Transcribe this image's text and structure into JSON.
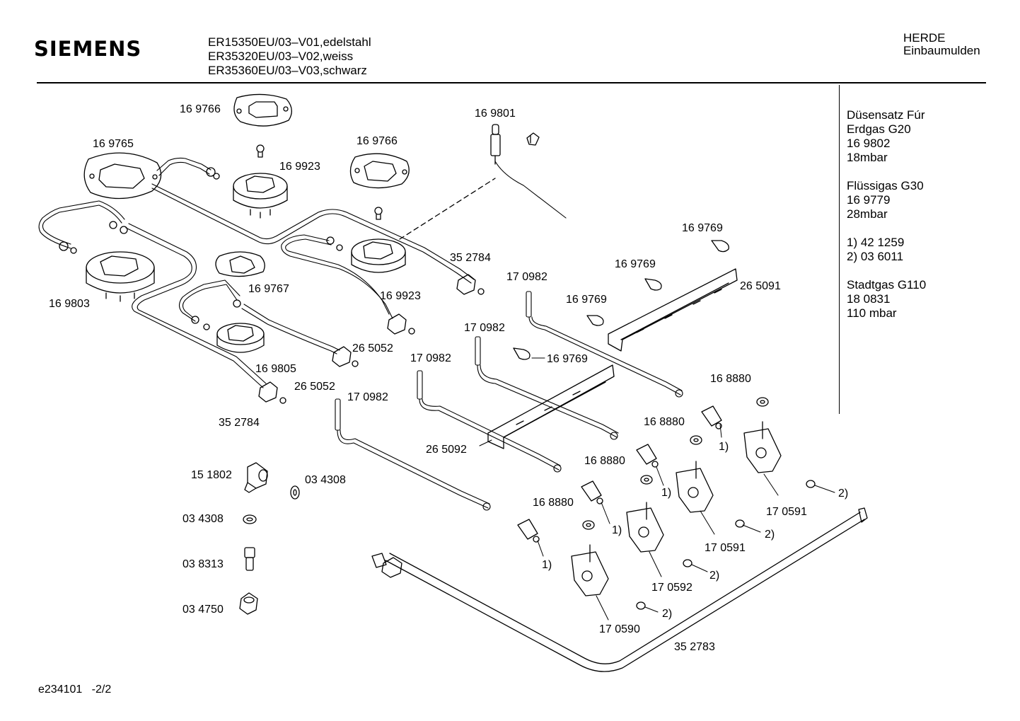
{
  "header": {
    "brand": "SIEMENS",
    "models": [
      "ER15350EU/03–V01,edelstahl",
      "ER35320EU/03–V02,weiss",
      "ER35360EU/03–V03,schwarz"
    ],
    "category": [
      "HERDE",
      "Einbaumulden"
    ]
  },
  "side_notes": [
    [
      "Düsensatz Fúr",
      "Erdgas G20",
      "16 9802",
      "18mbar"
    ],
    [
      "Flüssigas G30",
      "16 9779",
      "28mbar"
    ],
    [
      "1) 42 1259",
      "2) 03 6011"
    ],
    [
      "Stadtgas G110",
      "18 0831",
      "110 mbar"
    ]
  ],
  "part_labels": [
    {
      "id": "l1",
      "text": "16 9766"
    },
    {
      "id": "l2",
      "text": "16 9765"
    },
    {
      "id": "l3",
      "text": "16 9923"
    },
    {
      "id": "l4",
      "text": "16 9766"
    },
    {
      "id": "l5",
      "text": "16 9801"
    },
    {
      "id": "l6",
      "text": "16 9767"
    },
    {
      "id": "l7",
      "text": "16 9803"
    },
    {
      "id": "l8",
      "text": "16 9923"
    },
    {
      "id": "l9",
      "text": "35 2784"
    },
    {
      "id": "l10",
      "text": "17 0982"
    },
    {
      "id": "l11",
      "text": "16 9769"
    },
    {
      "id": "l12",
      "text": "16 9769"
    },
    {
      "id": "l13",
      "text": "16 9769"
    },
    {
      "id": "l14",
      "text": "26 5091"
    },
    {
      "id": "l15",
      "text": "16 9769"
    },
    {
      "id": "l16",
      "text": "17 0982"
    },
    {
      "id": "l17",
      "text": "17 0982"
    },
    {
      "id": "l18",
      "text": "26 5052"
    },
    {
      "id": "l19",
      "text": "16 9805"
    },
    {
      "id": "l20",
      "text": "26 5052"
    },
    {
      "id": "l21",
      "text": "17 0982"
    },
    {
      "id": "l22",
      "text": "35 2784"
    },
    {
      "id": "l23",
      "text": "16 8880"
    },
    {
      "id": "l24",
      "text": "16 8880"
    },
    {
      "id": "l25",
      "text": "1)"
    },
    {
      "id": "l26",
      "text": "26 5092"
    },
    {
      "id": "l27",
      "text": "16 8880"
    },
    {
      "id": "l28",
      "text": "1)"
    },
    {
      "id": "l29",
      "text": "16 8880"
    },
    {
      "id": "l30",
      "text": "1)"
    },
    {
      "id": "l31",
      "text": "2)"
    },
    {
      "id": "l32",
      "text": "17 0591"
    },
    {
      "id": "l33",
      "text": "2)"
    },
    {
      "id": "l34",
      "text": "17 0591"
    },
    {
      "id": "l35",
      "text": "1)"
    },
    {
      "id": "l36",
      "text": "2)"
    },
    {
      "id": "l37",
      "text": "17 0592"
    },
    {
      "id": "l38",
      "text": "2)"
    },
    {
      "id": "l39",
      "text": "17 0590"
    },
    {
      "id": "l40",
      "text": "35 2783"
    },
    {
      "id": "l41",
      "text": "15 1802"
    },
    {
      "id": "l42",
      "text": "03 4308"
    },
    {
      "id": "l43",
      "text": "03 4308"
    },
    {
      "id": "l44",
      "text": "03 8313"
    },
    {
      "id": "l45",
      "text": "03 4750"
    }
  ],
  "footer": {
    "drawing_id": "e234101",
    "page": "-2/2"
  }
}
